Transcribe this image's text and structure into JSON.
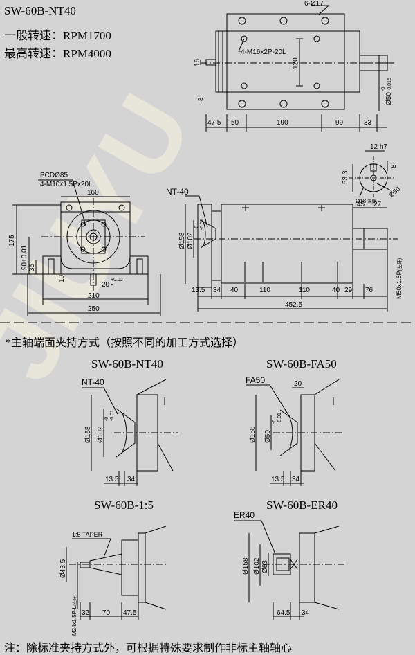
{
  "header": {
    "model": "SW-60B-NT40",
    "spec_general_label": "一般转速：",
    "spec_general_value": "RPM1700",
    "spec_max_label": "最高转速：",
    "spec_max_value": "RPM4000"
  },
  "watermark": "JIUYU",
  "top_view": {
    "holes_label": "6-Ø17",
    "thread_label": "4-M16x2P-20L",
    "dim_16": "16",
    "dim_120": "120",
    "dim_8": "8",
    "shaft_dia": "Ø50",
    "shaft_tol_top": "-0",
    "shaft_tol_bot": "-0.016",
    "bottom_dims": [
      "47.5",
      "50",
      "190",
      "99",
      "33"
    ]
  },
  "key_detail": {
    "dim_12h7": "12 h7",
    "dim_8": "8",
    "dim_53_3": "53.3",
    "dim_50": "Ø50",
    "dim_18": "Ø18 ",
    "dim_18_note": "深度"
  },
  "front_view": {
    "pcd_label": "PCDØ85",
    "thread_label": "4-M10x1.5Px20L",
    "dim_160": "160",
    "dim_175": "175",
    "dim_90": "90±0.01",
    "dim_35": "35",
    "dim_10": "10",
    "dim_20": "20",
    "dim_20_tol_top": "+0.02",
    "dim_20_tol_bot": "0",
    "dim_210": "210",
    "dim_250": "250"
  },
  "side_view": {
    "nt_label": "NT-40",
    "dim_158": "Ø158",
    "dim_102": "Ø102",
    "dim_102_tol_top": "-0",
    "dim_102_tol_bot": "-0.01",
    "dims_top_right": [
      "45",
      "27"
    ],
    "dim_m50": "M50x1.5P",
    "dim_m50_note": "(左牙)",
    "bottom_dims": [
      "13.5",
      "34",
      "40",
      "110",
      "110",
      "40",
      "29",
      "76"
    ],
    "total": "452.5"
  },
  "section": {
    "title": "*主轴端面夹持方式（按照不同的加工方式选择）"
  },
  "variants": {
    "nt40": {
      "title": "SW-60B-NT40",
      "label": "NT-40",
      "dia_outer": "Ø158",
      "dia_inner": "Ø102",
      "tol_top": "-0",
      "tol_bot": "-0.01",
      "dims": [
        "13.5",
        "34"
      ]
    },
    "fa50": {
      "title": "SW-60B-FA50",
      "label": "FA50",
      "dim_top": "20",
      "dia_outer": "Ø158",
      "dia_inner": "Ø50",
      "tol_top": "-0",
      "tol_bot": "-0.01",
      "dims": [
        "13.5",
        "34"
      ]
    },
    "taper": {
      "title": "SW-60B-1:5",
      "label": "1:5 TAPER",
      "dia": "Ø43.5",
      "thread": "M24x1.5P-L",
      "thread_note": "(左牙)",
      "dims": [
        "32",
        "70",
        "47.5"
      ]
    },
    "er40": {
      "title": "SW-60B-ER40",
      "label": "ER40",
      "dia_outer": "Ø158",
      "dia_mid": "Ø102",
      "dia_inner": "Ø63",
      "dims": [
        "64.5",
        "34"
      ]
    }
  },
  "footer": {
    "note": "注：除标准夹持方式外，可根据特殊要求制作非标主轴轴心"
  }
}
